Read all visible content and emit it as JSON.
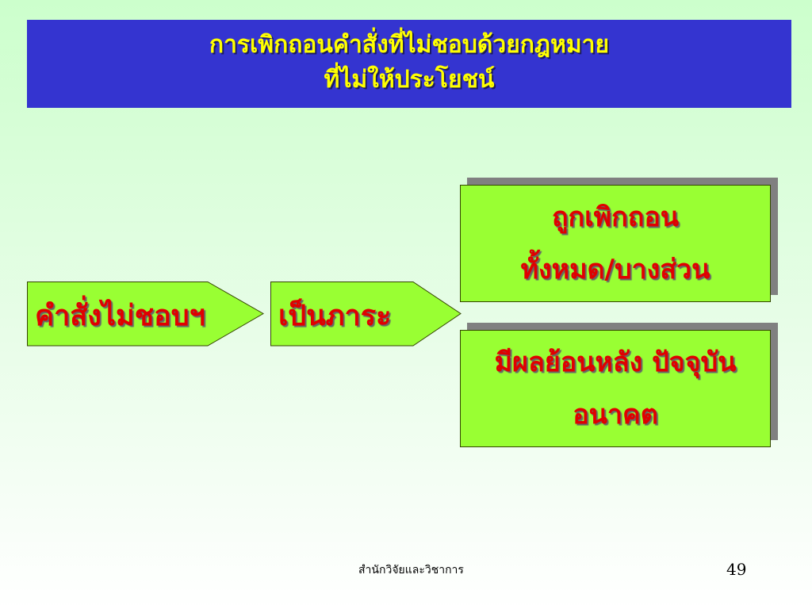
{
  "title": {
    "line1": "การเพิกถอนคำสั่งที่ไม่ชอบด้วยกฎหมาย",
    "line2": "ที่ไม่ให้ประโยชน์"
  },
  "flow": {
    "step1": "คำสั่งไม่ชอบฯ",
    "step2": "เป็นภาระ",
    "outcome1": {
      "line1": "ถูกเพิกถอน",
      "line2": "ทั้งหมด/บางส่วน"
    },
    "outcome2": {
      "line1": "มีผลย้อนหลัง ปัจจุบัน",
      "line2": "อนาคต"
    }
  },
  "footer": {
    "org": "สำนักวิจัยและวิชาการ",
    "page": "49"
  },
  "colors": {
    "title_bg": "#3434d0",
    "title_text": "#ffff00",
    "shape_fill": "#99ff33",
    "shape_text": "#e00000"
  }
}
